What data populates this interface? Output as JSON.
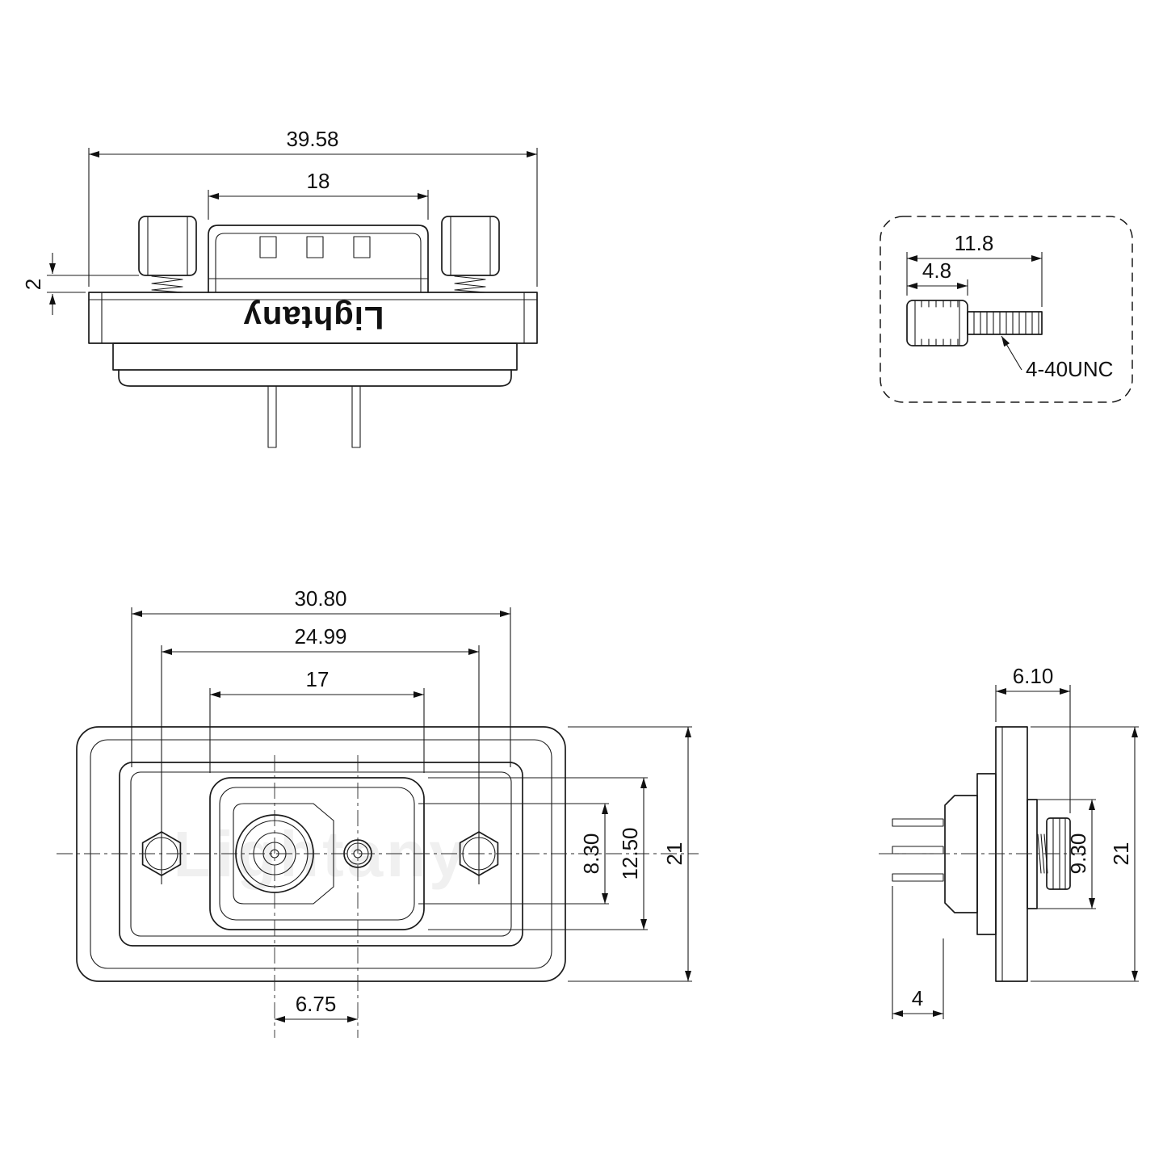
{
  "drawing": {
    "logo": "Lightany",
    "watermark": "Lightany",
    "ink_color": "#1b1b1b",
    "background_color": "#ffffff",
    "views": {
      "front_top": {
        "dim_overall_width": "39.58",
        "dim_shell_width": "18",
        "dim_gap": "2"
      },
      "screw_detail": {
        "dim_total_length": "11.8",
        "dim_head_length": "4.8",
        "thread_spec": "4-40UNC"
      },
      "rear_view": {
        "dim_flange_width": "30.80",
        "dim_screw_spacing": "24.99",
        "dim_shell_width": "17",
        "dim_opening_height": "8.30",
        "dim_shell_height": "12.50",
        "dim_flange_height": "21",
        "dim_contact_spacing": "6.75"
      },
      "side_view": {
        "dim_depth": "6.10",
        "dim_screw_height": "9.30",
        "dim_flange_height": "21",
        "dim_pin_length": "4"
      }
    }
  }
}
